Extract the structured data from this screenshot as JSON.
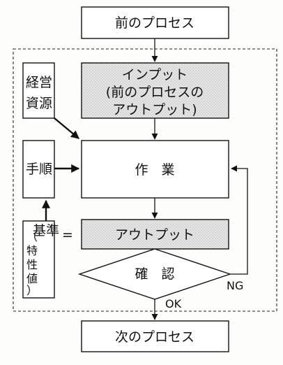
{
  "diagram": {
    "prev_process": "前のプロセス",
    "input": [
      "インプット",
      "(前のプロセスの",
      "アウトプット)"
    ],
    "management_resources": [
      "経営",
      "資源"
    ],
    "procedure": "手順",
    "work": "作　業",
    "output": "アウトプット",
    "standard_main": "基準",
    "standard_sub": [
      "（",
      "特",
      "性",
      "値",
      "）"
    ],
    "equals": "=",
    "confirm": "確　認",
    "ng": "NG",
    "ok": "OK",
    "next_process": "次のプロセス"
  }
}
